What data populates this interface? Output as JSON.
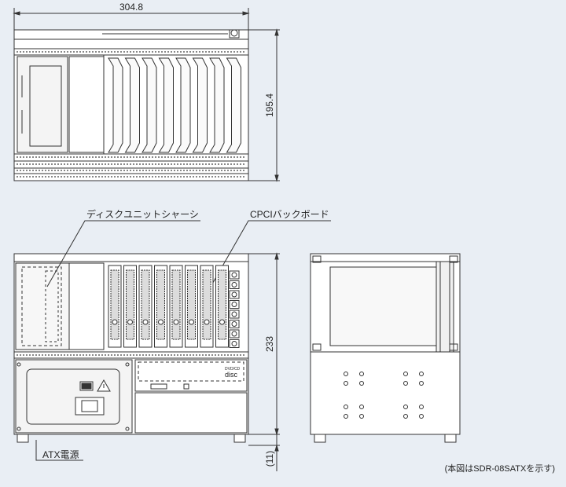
{
  "dimensions": {
    "width": "304.8",
    "height_top": "195.4",
    "height_bottom": "233",
    "foot": "(11)"
  },
  "labels": {
    "disk_unit_chassis": "ディスクユニットシャーシ",
    "cpci_backplane": "CPCIバックボード",
    "atx_power": "ATX電源",
    "drive_label_top": "DVD/CD",
    "drive_label_bottom": "disc"
  },
  "note": "(本図はSDR-08SATXを示す)",
  "colors": {
    "background": "#e9eef4",
    "line": "#333333",
    "panel_fill": "#ffffff",
    "panel_shade": "#dcdcdc"
  }
}
